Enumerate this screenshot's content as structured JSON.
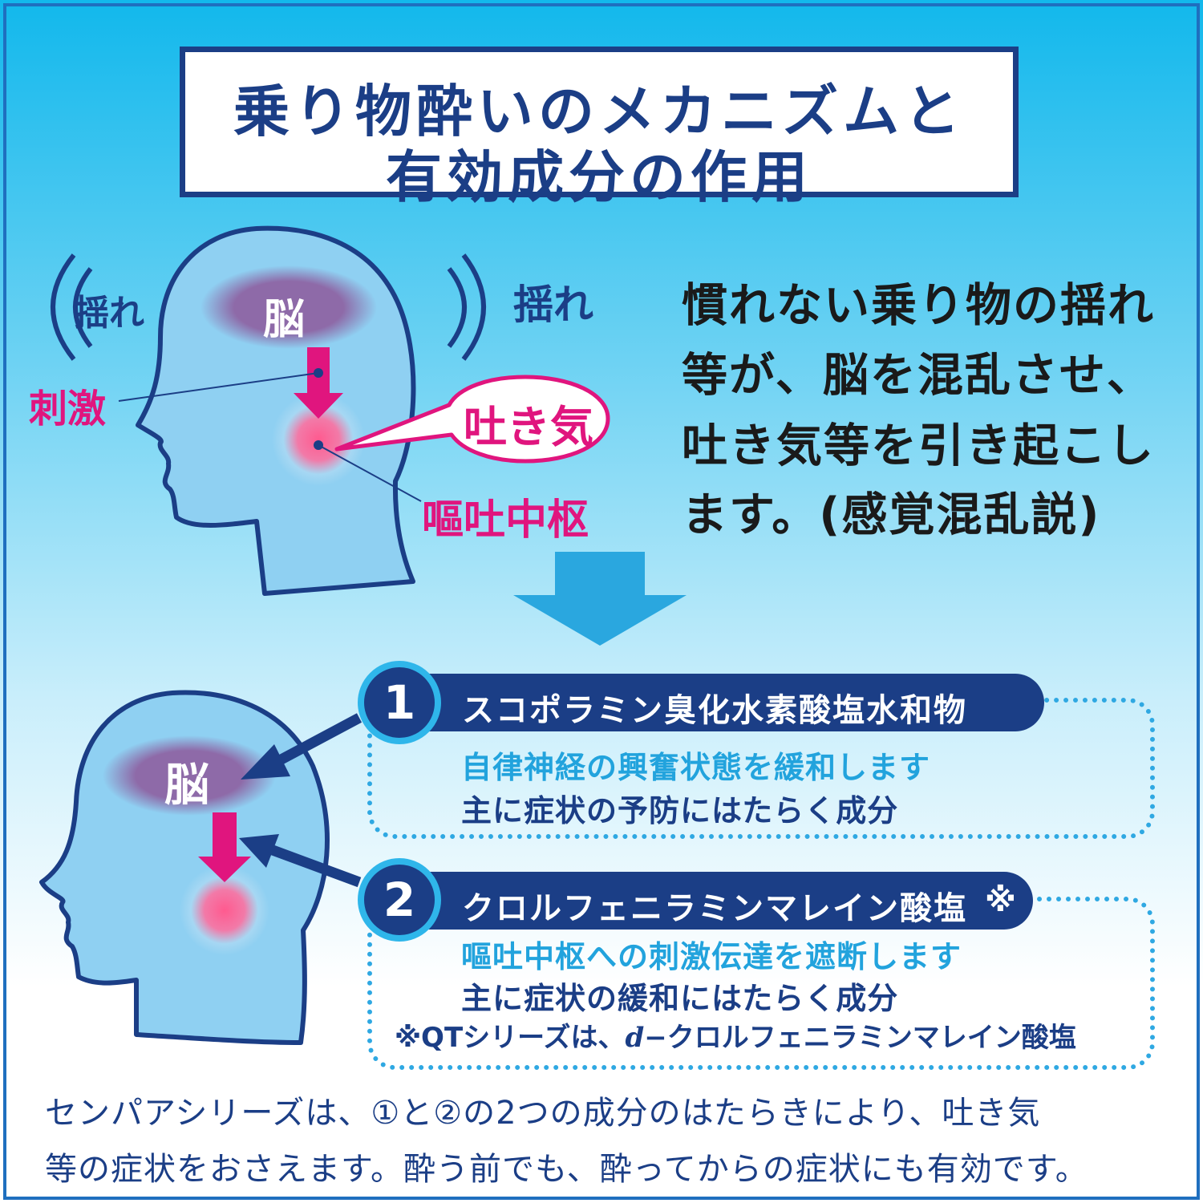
{
  "title": {
    "line1": "乗り物酔いのメカニズムと",
    "line2": "有効成分の作用"
  },
  "top_diagram": {
    "sway_left": "揺れ",
    "sway_right": "揺れ",
    "brain": "脳",
    "stimulus": "刺激",
    "nausea": "吐き気",
    "vomiting_center": "嘔吐中枢"
  },
  "description": {
    "line1": "慣れない乗り物の揺れ",
    "line2": "等が、脳を混乱させ、",
    "line3": "吐き気等を引き起こし",
    "line4": "ます。(感覚混乱説)"
  },
  "bottom_diagram": {
    "brain": "脳"
  },
  "ingredients": [
    {
      "number": "1",
      "name": "スコポラミン臭化水素酸塩水和物",
      "effect": "自律神経の興奮状態を緩和します",
      "role": "主に症状の予防にはたらく成分"
    },
    {
      "number": "2",
      "name": "クロルフェニラミンマレイン酸塩",
      "mark": "※",
      "effect": "嘔吐中枢への刺激伝達を遮断します",
      "role": "主に症状の緩和にはたらく成分",
      "note_prefix": "※QTシリーズは、",
      "note_italic": "d",
      "note_suffix": "−クロルフェニラミンマレイン酸塩"
    }
  ],
  "footer": {
    "line1": "センパアシリーズは、①と②の2つの成分のはたらきにより、吐き気",
    "line2": "等の症状をおさえます。酔う前でも、酔ってからの症状にも有効です。"
  },
  "colors": {
    "navy": "#1b3e86",
    "pink": "#e0157e",
    "sky": "#22a3dd",
    "brain_purple": "#8e6aa8",
    "head_fill": "#8fd0f2"
  }
}
